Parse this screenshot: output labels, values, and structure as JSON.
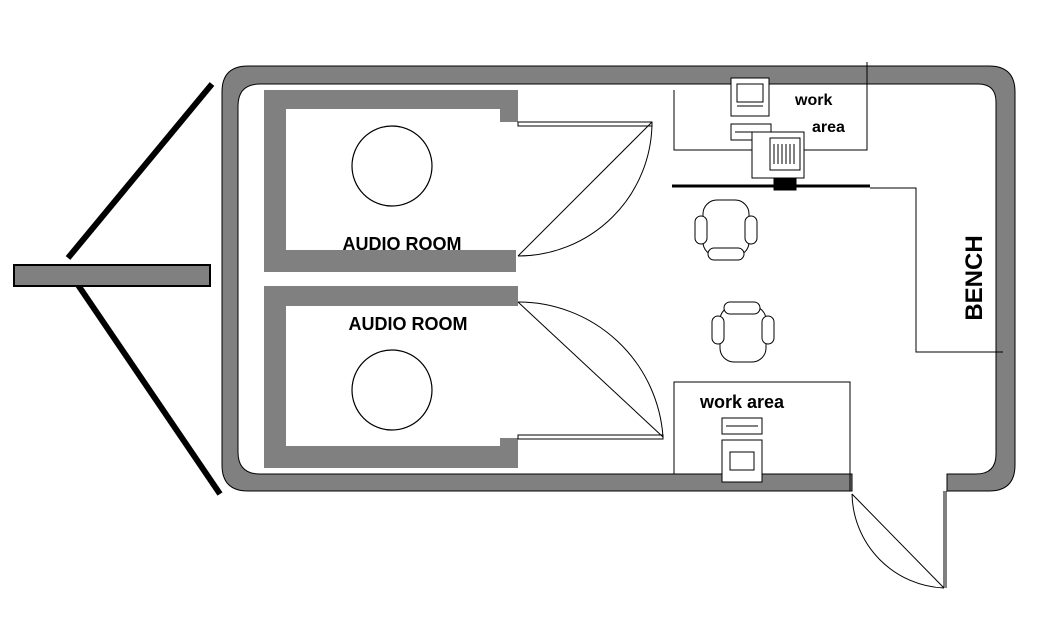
{
  "labels": {
    "audio_room_top": "AUDIO ROOM",
    "audio_room_bottom": "AUDIO ROOM",
    "work_area_top_line1": "work",
    "work_area_top_line2": "area",
    "work_area_bottom": "work area",
    "bench": "BENCH"
  },
  "colors": {
    "wall": "#808080",
    "outline": "#000000",
    "background": "#ffffff"
  }
}
